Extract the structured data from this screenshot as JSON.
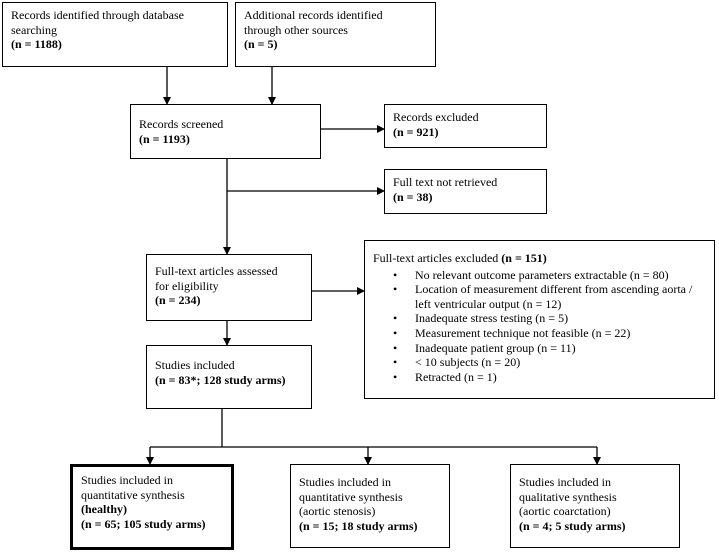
{
  "boxes": {
    "db_search": {
      "lines": [
        "Records identified through database",
        "searching"
      ],
      "bold": "(n = 1188)"
    },
    "other_sources": {
      "lines": [
        "Additional records identified",
        "through other sources"
      ],
      "bold": "(n = 5)"
    },
    "screened": {
      "lines": [
        "Records screened"
      ],
      "bold": "(n = 1193)"
    },
    "excluded": {
      "lines": [
        "Records excluded"
      ],
      "bold": "(n = 921)"
    },
    "not_retrieved": {
      "lines": [
        "Full text not retrieved"
      ],
      "bold": "(n = 38)"
    },
    "assessed": {
      "lines": [
        "Full-text articles assessed",
        "for eligibility"
      ],
      "bold": "(n = 234)"
    },
    "fulltext_excluded": {
      "title": "Full-text articles excluded ",
      "title_bold": "(n = 151)",
      "reasons": [
        "No relevant outcome parameters extractable (n = 80)",
        "Location of measurement different from ascending aorta /",
        "Inadequate stress testing (n = 5)",
        "Measurement technique not feasible (n = 22)",
        "Inadequate patient group (n = 11)",
        "< 10 subjects (n = 20)",
        "Retracted (n = 1)"
      ],
      "reason_2_continuation": "left ventricular output (n = 12)"
    },
    "included": {
      "lines": [
        "Studies included"
      ],
      "bold": "(n = 83*; 128 study arms)"
    },
    "healthy": {
      "lines": [
        "Studies included in",
        "quantitative synthesis"
      ],
      "bold_lines": [
        "(healthy)",
        "(n = 65; 105 study arms)"
      ]
    },
    "stenosis": {
      "lines": [
        "Studies included in",
        "quantitative synthesis",
        "(aortic stenosis)"
      ],
      "bold": "(n = 15; 18 study arms)"
    },
    "coarctation": {
      "lines": [
        "Studies included in",
        "qualitative synthesis",
        "(aortic coarctation)"
      ],
      "bold": "(n = 4; 5 study arms)"
    }
  }
}
